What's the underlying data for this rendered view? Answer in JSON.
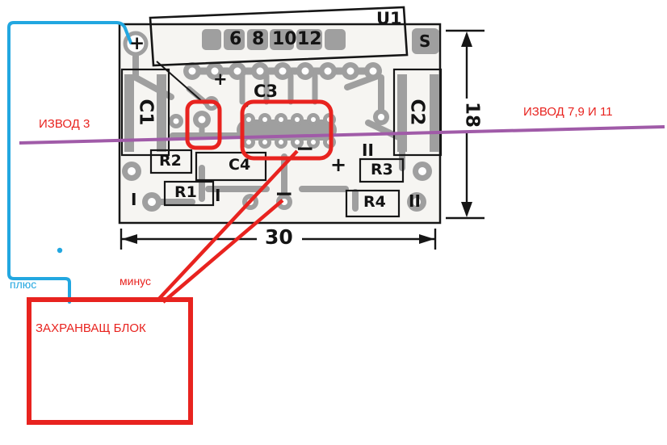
{
  "pcb": {
    "ic_ref": "U1",
    "s_pad": "S",
    "pins": {
      "p6": "6",
      "p8": "8",
      "p10": "10",
      "p12": "12"
    },
    "components": {
      "c1": "C1",
      "c2": "C2",
      "c3": "C3",
      "c4": "C4",
      "r1": "R1",
      "r2": "R2",
      "r3": "R3",
      "r4": "R4"
    },
    "marks": {
      "plus": "+",
      "minus": "−",
      "i": "I",
      "ii": "II"
    },
    "dims": {
      "width": "30",
      "height": "18"
    }
  },
  "annotations": {
    "pin3": "ИЗВОД 3",
    "pins_7_9_11": "ИЗВОД 7,9 И 11",
    "plus": "плюс",
    "minus": "минус",
    "power_block": "ЗАХРАНВАЩ БЛОК"
  },
  "colors": {
    "annotation_red": "#e8231f",
    "line_purple": "#a05ba8",
    "line_cyan": "#22a7e0",
    "copper_gray": "#9f9f9f",
    "board_background": "#f6f5f2",
    "ink_black": "#161616"
  }
}
